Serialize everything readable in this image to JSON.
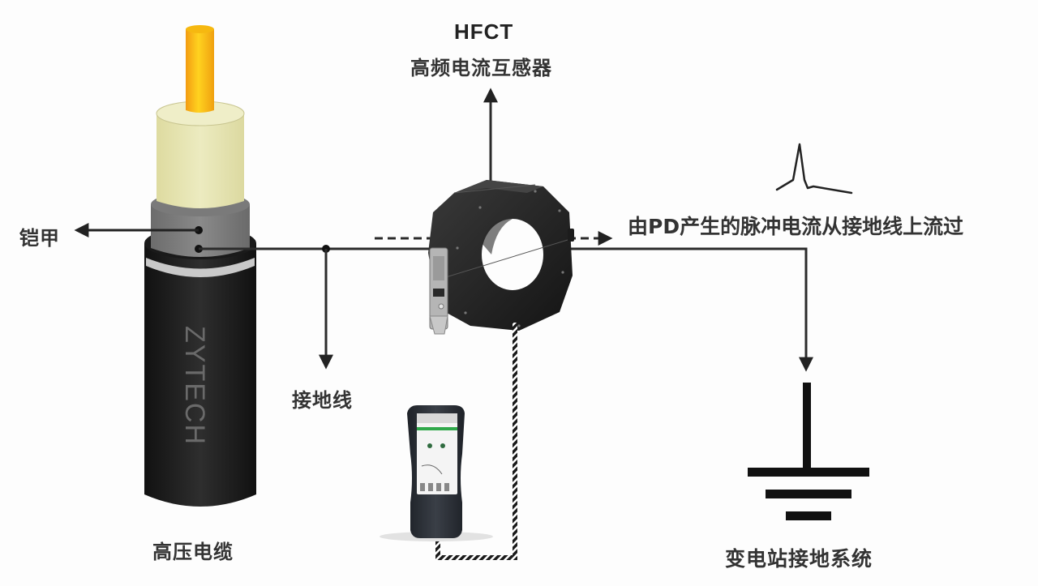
{
  "diagram": {
    "title": "HFCT partial discharge detection on HV cable grounding wire",
    "labels": {
      "hfct_title": "HFCT",
      "hfct_subtitle": "高频电流互感器",
      "armor": "铠甲",
      "pulse_description": "由PD产生的脉冲电流从接地线上流过",
      "ground_wire": "接地线",
      "cable": "高压电缆",
      "station_ground": "变电站接地系统",
      "cable_brand": "ZYTECH"
    },
    "components": [
      {
        "id": "cable",
        "label": "高压电缆",
        "icon": "hv-cable-icon"
      },
      {
        "id": "hfct",
        "label": "HFCT",
        "icon": "current-transformer-icon"
      },
      {
        "id": "detector",
        "label": "",
        "icon": "handheld-detector-icon"
      },
      {
        "id": "ground",
        "label": "变电站接地系统",
        "icon": "earth-ground-icon"
      }
    ],
    "colors": {
      "conductor": "#f2b705",
      "insulation": "#e6e3b0",
      "shield": "#7d7d7d",
      "jacket": "#1c1c1c",
      "line": "#2b2b2b",
      "screen_accent": "#2fa84a"
    }
  }
}
